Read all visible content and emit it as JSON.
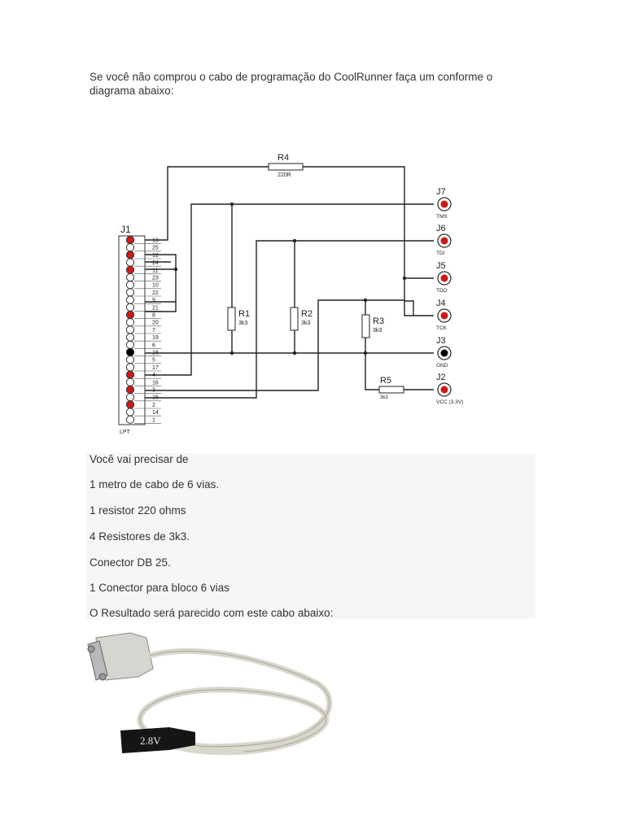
{
  "intro": "Se você não comprou o cabo de programação do CoolRunner faça um conforme o diagrama abaixo:",
  "schematic": {
    "j1_label": "J1",
    "lpt_label": "LPT",
    "pins": [
      "13",
      "25",
      "12",
      "24",
      "11",
      "23",
      "10",
      "22",
      "9",
      "21",
      "8",
      "20",
      "7",
      "19",
      "6",
      "18",
      "5",
      "17",
      "4",
      "16",
      "3",
      "15",
      "2",
      "14",
      "1"
    ],
    "r4": {
      "name": "R4",
      "value": "220R"
    },
    "r1": {
      "name": "R1",
      "value": "3k3"
    },
    "r2": {
      "name": "R2",
      "value": "3k3"
    },
    "r3": {
      "name": "R3",
      "value": "3k3"
    },
    "r5": {
      "name": "R5",
      "value": "3k3"
    },
    "jacks": [
      {
        "id": "J7",
        "signal": "TMS"
      },
      {
        "id": "J6",
        "signal": "TDI"
      },
      {
        "id": "J5",
        "signal": "TDO"
      },
      {
        "id": "J4",
        "signal": "TCK"
      },
      {
        "id": "J3",
        "signal": "GND"
      },
      {
        "id": "J2",
        "signal": "VCC (3.3V)"
      }
    ]
  },
  "needs": {
    "heading": "Você vai precisar de",
    "items": [
      "1 metro de cabo de 6 vias.",
      "1 resistor 220 ohms",
      "4 Resistores de 3k3.",
      "Conector DB 25.",
      "1 Conector para bloco 6 vias"
    ],
    "result": "O Resultado será parecido com este cabo abaixo:"
  },
  "photo": {
    "label_text": "2.8V"
  }
}
